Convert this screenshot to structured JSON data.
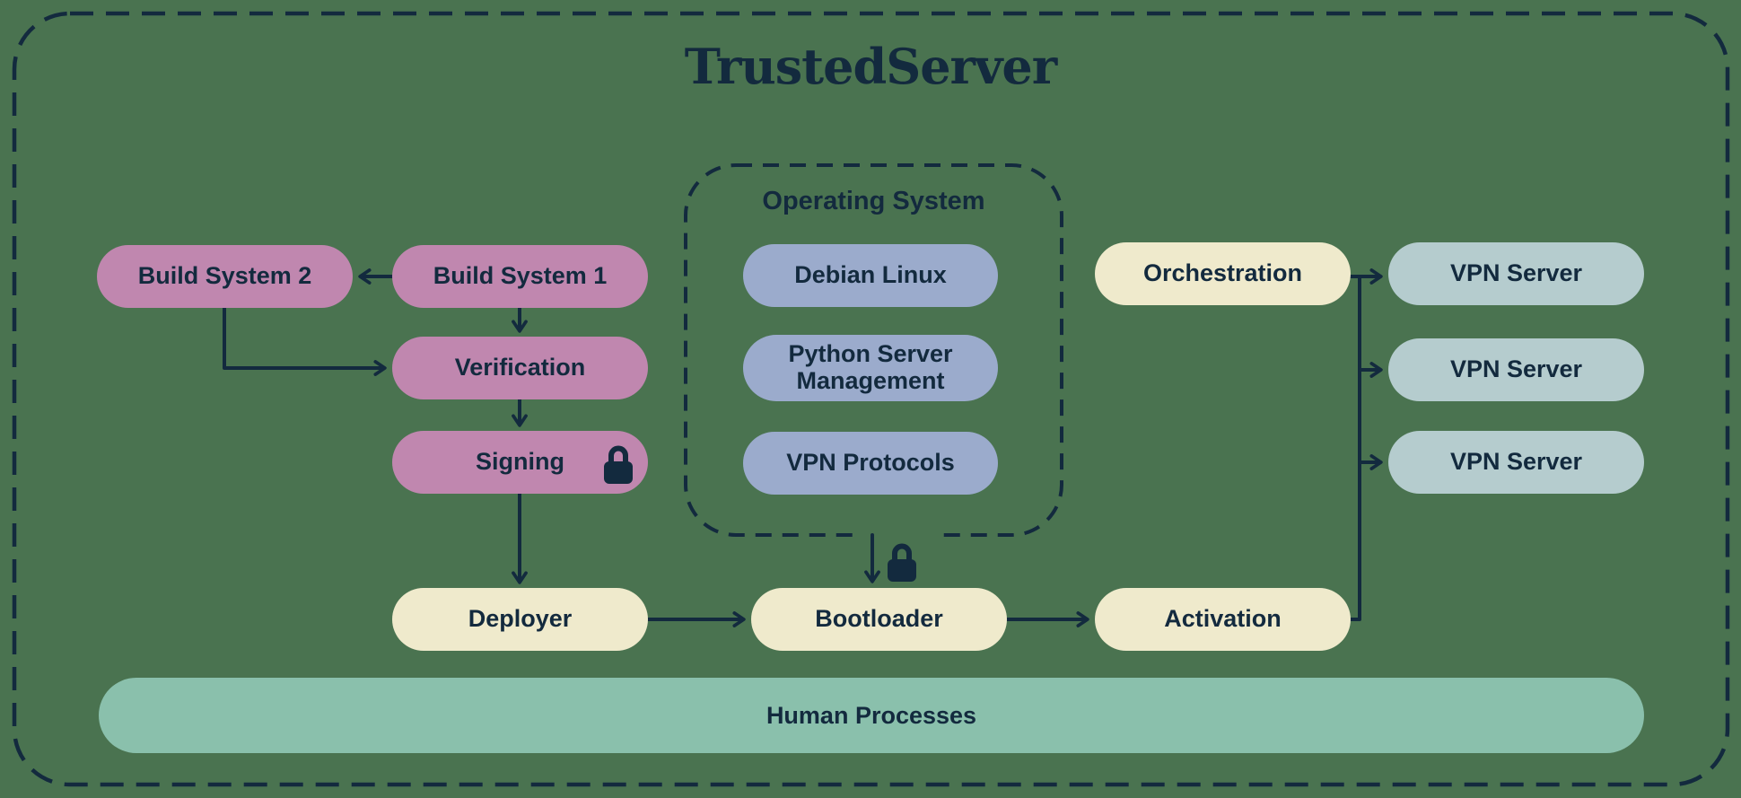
{
  "title": "TrustedServer",
  "colors": {
    "background": "#4A7350",
    "line_and_text": "#132A3E",
    "build_nodes": "#C087AF",
    "os_nodes": "#9BABCC",
    "process_nodes": "#EFEACC",
    "vpn_server_nodes": "#B5CCCE",
    "human_bar": "#8AC0AC"
  },
  "groups": {
    "operating_system": {
      "label": "Operating System"
    }
  },
  "nodes": {
    "build_system_2": {
      "label": "Build System 2"
    },
    "build_system_1": {
      "label": "Build System 1"
    },
    "verification": {
      "label": "Verification"
    },
    "signing": {
      "label": "Signing",
      "icon": "lock-icon"
    },
    "deployer": {
      "label": "Deployer"
    },
    "debian_linux": {
      "label": "Debian Linux"
    },
    "python_server_management": {
      "label": "Python Server Management"
    },
    "vpn_protocols": {
      "label": "VPN Protocols"
    },
    "bootloader": {
      "label": "Bootloader"
    },
    "orchestration": {
      "label": "Orchestration"
    },
    "activation": {
      "label": "Activation"
    },
    "vpn_server_1": {
      "label": "VPN Server"
    },
    "vpn_server_2": {
      "label": "VPN Server"
    },
    "vpn_server_3": {
      "label": "VPN Server"
    }
  },
  "human_processes": {
    "label": "Human Processes"
  },
  "edges": [
    {
      "from": "build_system_1",
      "to": "build_system_2"
    },
    {
      "from": "build_system_1",
      "to": "verification"
    },
    {
      "from": "build_system_2",
      "to": "verification"
    },
    {
      "from": "verification",
      "to": "signing"
    },
    {
      "from": "signing",
      "to": "deployer"
    },
    {
      "from": "deployer",
      "to": "bootloader"
    },
    {
      "from": "operating_system",
      "to": "bootloader",
      "icon": "lock-icon"
    },
    {
      "from": "bootloader",
      "to": "activation"
    },
    {
      "from": "orchestration",
      "to": "vpn_server_1"
    },
    {
      "from": "activation",
      "to": "vpn_server_1"
    },
    {
      "from": "activation",
      "to": "vpn_server_2"
    },
    {
      "from": "activation",
      "to": "vpn_server_3"
    }
  ]
}
